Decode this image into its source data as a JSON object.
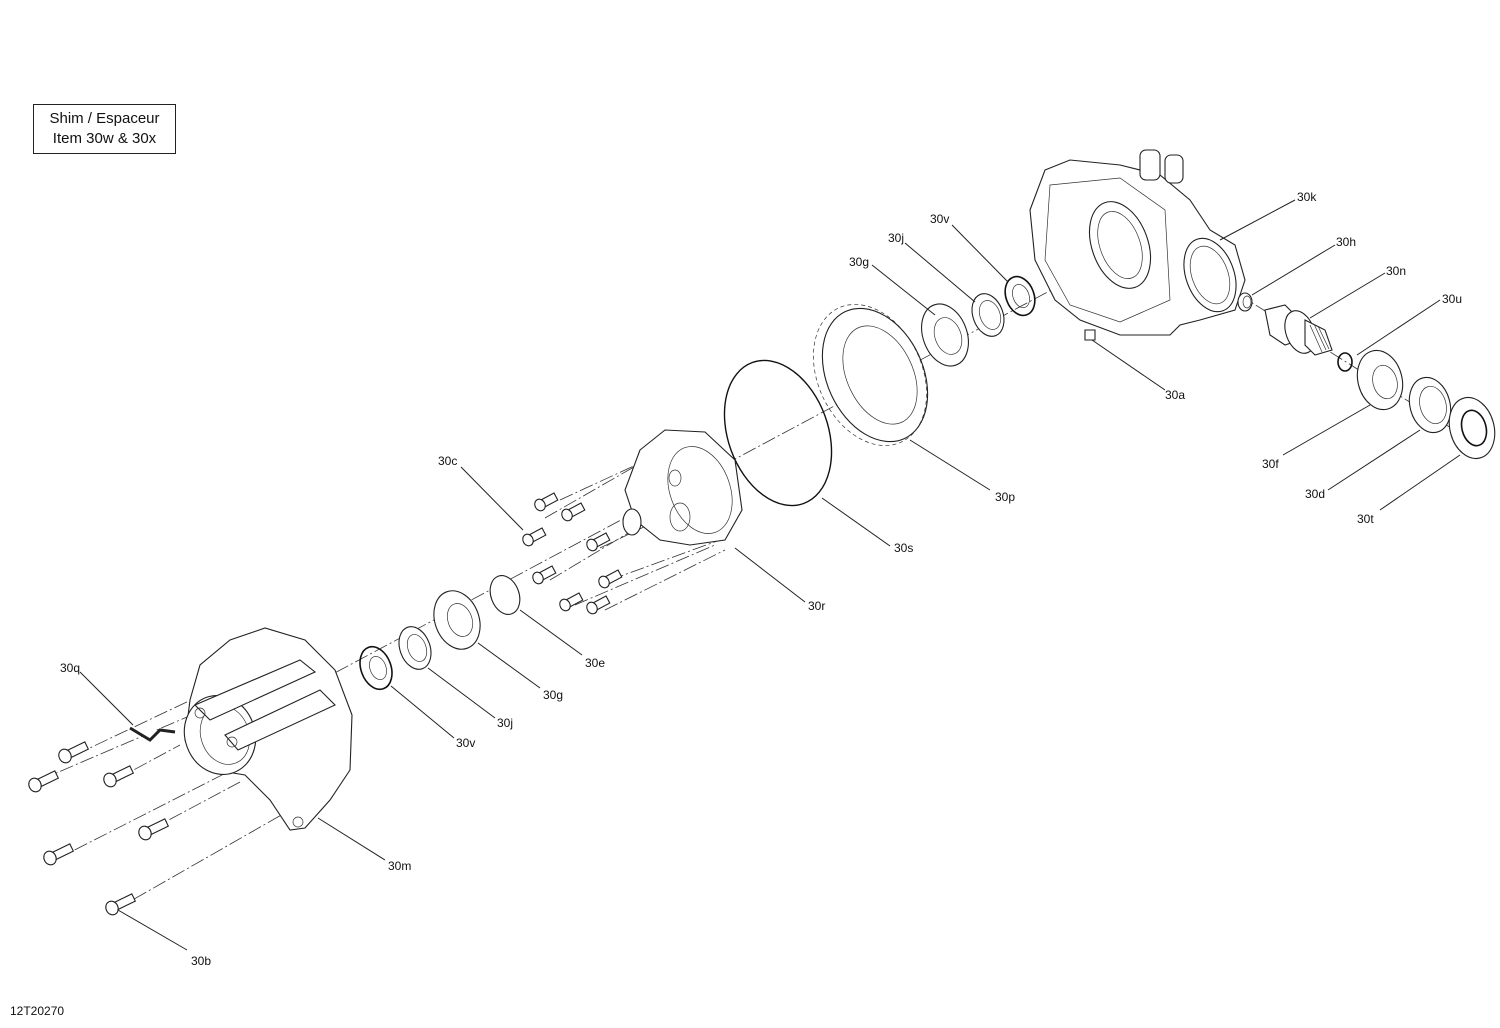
{
  "note": {
    "line1": "Shim / Espaceur",
    "line2": "Item 30w & 30x"
  },
  "figure_code": "12T20270",
  "callouts": [
    {
      "id": "30a",
      "label": "30a",
      "part": "drain-plug"
    },
    {
      "id": "30b",
      "label": "30b",
      "part": "cover-screws"
    },
    {
      "id": "30c",
      "label": "30c",
      "part": "differential-screws"
    },
    {
      "id": "30d",
      "label": "30d",
      "part": "lock-nut"
    },
    {
      "id": "30e",
      "label": "30e",
      "part": "shim-ring"
    },
    {
      "id": "30f",
      "label": "30f",
      "part": "pinion-bearing"
    },
    {
      "id": "30g_right",
      "label": "30g",
      "part": "ball-bearing-right"
    },
    {
      "id": "30g_left",
      "label": "30g",
      "part": "ball-bearing-left"
    },
    {
      "id": "30h",
      "label": "30h",
      "part": "needle-bearing"
    },
    {
      "id": "30j_right",
      "label": "30j",
      "part": "oil-seal-right"
    },
    {
      "id": "30j_left",
      "label": "30j",
      "part": "oil-seal-left"
    },
    {
      "id": "30k",
      "label": "30k",
      "part": "differential-housing"
    },
    {
      "id": "30m",
      "label": "30m",
      "part": "housing-cover"
    },
    {
      "id": "30n",
      "label": "30n",
      "part": "pinion-shaft"
    },
    {
      "id": "30p",
      "label": "30p",
      "part": "ring-gear"
    },
    {
      "id": "30q",
      "label": "30q",
      "part": "vent-tube"
    },
    {
      "id": "30r",
      "label": "30r",
      "part": "differential-case"
    },
    {
      "id": "30s",
      "label": "30s",
      "part": "pinion-seal"
    },
    {
      "id": "30t",
      "label": "30t",
      "part": "o-ring"
    },
    {
      "id": "30u",
      "label": "30u",
      "part": "circlip"
    },
    {
      "id": "30v_right",
      "label": "30v",
      "part": "seal-right"
    },
    {
      "id": "30v_left",
      "label": "30v",
      "part": "seal-left"
    }
  ]
}
